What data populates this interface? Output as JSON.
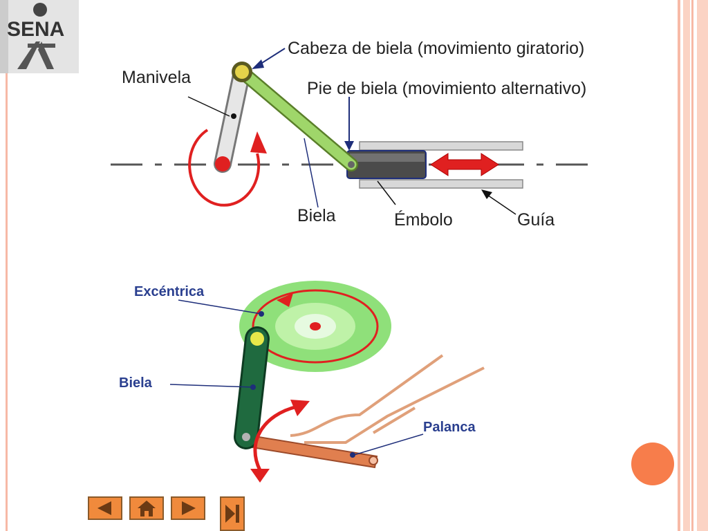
{
  "logo": {
    "text": "SENA"
  },
  "diagram1": {
    "labels": {
      "cabeza": "Cabeza de biela (movimiento giratorio)",
      "manivela": "Manivela",
      "pie": "Pie de biela (movimiento alternativo)",
      "biela": "Biela",
      "embolo": "Émbolo",
      "guia": "Guía"
    }
  },
  "diagram2": {
    "labels": {
      "excentrica": "Excéntrica",
      "biela": "Biela",
      "palanca": "Palanca"
    }
  },
  "colors": {
    "accent": "#f77d4b",
    "stripe": "#f7b9a6",
    "nav": "#f08a3c",
    "green_light": "#8fd36b",
    "green_dark": "#1f5a34",
    "red": "#e02020",
    "brown": "#e07f4f"
  },
  "nav": {
    "icons": [
      "prev-icon",
      "home-icon",
      "next-icon",
      "last-icon"
    ]
  }
}
